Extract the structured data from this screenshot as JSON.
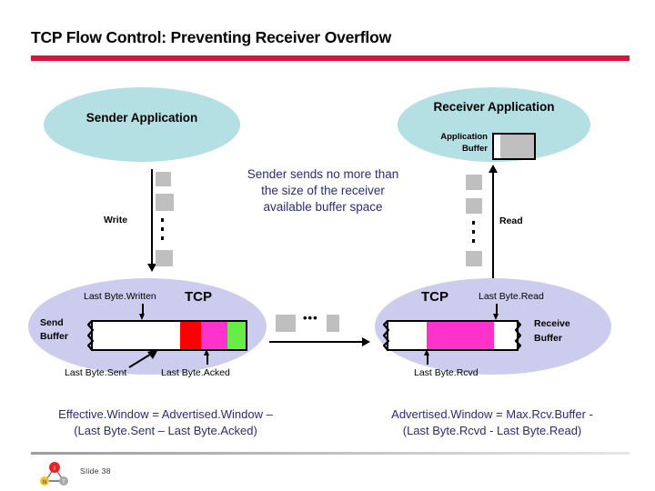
{
  "slide": {
    "title": "TCP Flow Control: Preventing Receiver Overflow",
    "accent_color": "#DC143C",
    "slide_number_label": "Slide 38"
  },
  "sender": {
    "app_title": "Sender Application",
    "write_label": "Write",
    "tcp_label": "TCP",
    "buffer_label_line1": "Send",
    "buffer_label_line2": "Buffer",
    "pointer_written": "Last Byte.Written",
    "pointer_sent": "Last Byte.Sent",
    "pointer_acked": "Last Byte.Acked",
    "segments": [
      {
        "name": "free",
        "color": "#FFFFFF",
        "width_pct": 57
      },
      {
        "name": "unsent",
        "color": "#FF0000",
        "width_pct": 14
      },
      {
        "name": "sent-unacked",
        "color": "#FF33CC",
        "width_pct": 17
      },
      {
        "name": "acked",
        "color": "#66EE44",
        "width_pct": 12
      }
    ]
  },
  "receiver": {
    "app_title": "Receiver Application",
    "app_buffer_label_line1": "Application",
    "app_buffer_label_line2": "Buffer",
    "read_label": "Read",
    "tcp_label": "TCP",
    "buffer_label_line1": "Receive",
    "buffer_label_line2": "Buffer",
    "pointer_read": "Last Byte.Read",
    "pointer_rcvd": "Last Byte.Rcvd",
    "segments": [
      {
        "name": "free-left",
        "color": "#FFFFFF",
        "width_pct": 30
      },
      {
        "name": "buffered",
        "color": "#FF33CC",
        "width_pct": 52
      },
      {
        "name": "free-right",
        "color": "#FFFFFF",
        "width_pct": 18
      }
    ],
    "app_buffer_segments": [
      {
        "name": "empty",
        "color": "#FFFFFF",
        "width_pct": 16
      },
      {
        "name": "filled",
        "color": "#BFBFBF",
        "width_pct": 84
      }
    ]
  },
  "center_note": {
    "line1": "Sender sends no more than",
    "line2": "the size of the receiver",
    "line3": "available buffer space",
    "color": "#2B2B7A"
  },
  "network": {
    "flow_direction": "sender-to-receiver",
    "ellipsis": "•••"
  },
  "formulas": {
    "left_line1": "Effective.Window = Advertised.Window –",
    "left_line2": "(Last Byte.Sent – Last Byte.Acked)",
    "right_line1": "Advertised.Window = Max.Rcv.Buffer -",
    "right_line2": "(Last Byte.Rcvd  - Last Byte.Read)"
  },
  "colors": {
    "app_ellipse": "#B5E0E3",
    "tcp_ellipse": "#CCCCEE",
    "packet_gray": "#BFBFBF",
    "formula_navy": "#2B2B7A"
  }
}
